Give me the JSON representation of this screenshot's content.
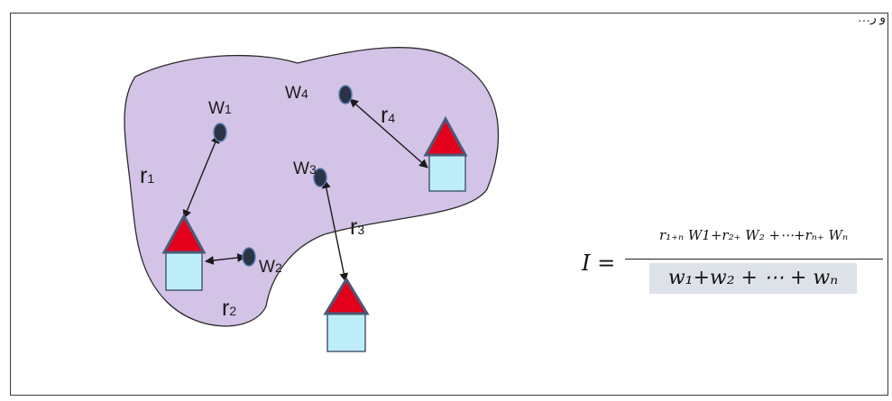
{
  "corner_text": "…و ر",
  "labels": {
    "w1": "W1",
    "w2": "W2",
    "w3": "W3",
    "w4": "W4",
    "r1": "r1",
    "r2": "r2",
    "r3": "r3",
    "r4": "r4"
  },
  "formula": {
    "lhs": "I =",
    "numerator": "r₁₊ₙ W1+r₂₊ W₂ +⋯+rₙ₊ Wₙ",
    "denominator": "w₁+w₂ + ⋯ + wₙ"
  },
  "colors": {
    "region_fill": "#d3c3e6",
    "region_stroke": "#2b2b2b",
    "triangle": "#e3001b",
    "triangle_border": "#4a5a78",
    "house": "#bdeef7",
    "point": "#2a3447",
    "formula_box": "#dde1e8"
  }
}
